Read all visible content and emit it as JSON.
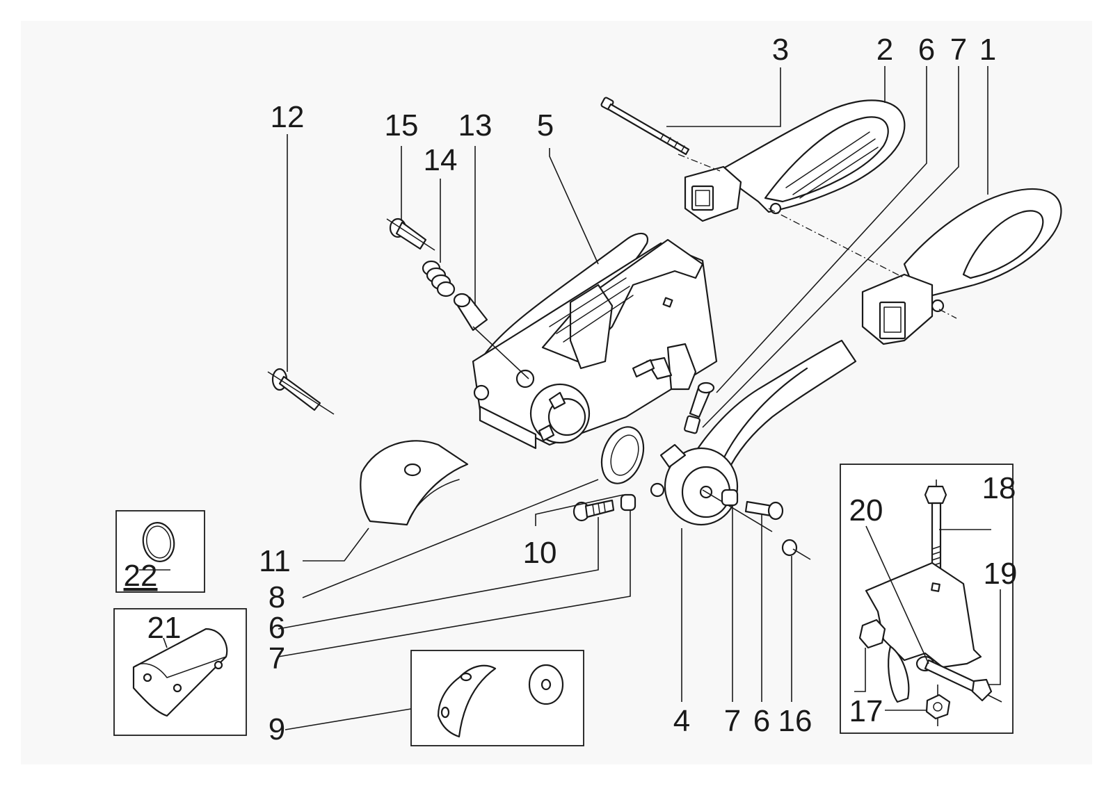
{
  "colors": {
    "background": "#f8f8f8",
    "ink": "#1a1a1a",
    "part_fill": "#ffffff"
  },
  "labels": {
    "n1": "1",
    "n2": "2",
    "n3": "3",
    "n4": "4",
    "n5": "5",
    "n6_top": "6",
    "n6_left": "6",
    "n6_bottom": "6",
    "n7_top": "7",
    "n7_left": "7",
    "n7_bottom": "7",
    "n8": "8",
    "n9": "9",
    "n10": "10",
    "n11": "11",
    "n12": "12",
    "n13": "13",
    "n14": "14",
    "n15": "15",
    "n16": "16",
    "n17": "17",
    "n18": "18",
    "n19": "19",
    "n20": "20",
    "n21": "21",
    "n22": "22"
  }
}
